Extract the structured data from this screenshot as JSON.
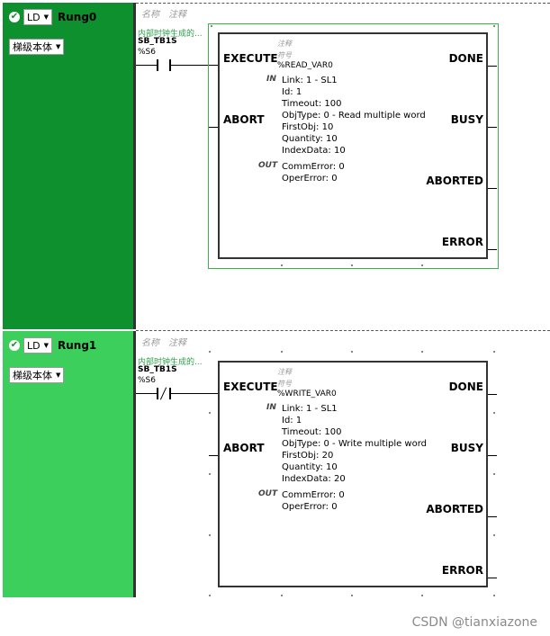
{
  "rungs": [
    {
      "language": "LD",
      "name": "Rung0",
      "body": "梯级本体",
      "color": "#0e902e",
      "header": {
        "name_col": "名称",
        "comment_col": "注释"
      },
      "contact": {
        "comment": "内部时钟生成的...",
        "variable": "SB_TB1S",
        "address": "%S6",
        "type": "normally-open"
      },
      "block": {
        "comment": "注释",
        "symbol": "符号",
        "instance": "%READ_VAR0",
        "inputs": [
          "EXECUTE",
          "ABORT"
        ],
        "outputs": [
          "DONE",
          "BUSY",
          "ABORTED",
          "ERROR"
        ],
        "in_label": "IN",
        "out_label": "OUT",
        "in_params": [
          "Link: 1 - SL1",
          "Id: 1",
          "Timeout: 100",
          "ObjType: 0 - Read multiple word",
          "FirstObj: 10",
          "Quantity: 10",
          "IndexData: 10"
        ],
        "out_params": [
          "CommError: 0",
          "OperError: 0"
        ]
      }
    },
    {
      "language": "LD",
      "name": "Rung1",
      "body": "梯级本体",
      "color": "#3dcf5c",
      "header": {
        "name_col": "名称",
        "comment_col": "注释"
      },
      "contact": {
        "comment": "内部时钟生成的...",
        "variable": "SB_TB1S",
        "address": "%S6",
        "type": "normally-closed"
      },
      "block": {
        "comment": "注释",
        "symbol": "符号",
        "instance": "%WRITE_VAR0",
        "inputs": [
          "EXECUTE",
          "ABORT"
        ],
        "outputs": [
          "DONE",
          "BUSY",
          "ABORTED",
          "ERROR"
        ],
        "in_label": "IN",
        "out_label": "OUT",
        "in_params": [
          "Link: 1 - SL1",
          "Id: 1",
          "Timeout: 100",
          "ObjType: 0 - Write multiple word",
          "FirstObj: 20",
          "Quantity: 10",
          "IndexData: 20"
        ],
        "out_params": [
          "CommError: 0",
          "OperError: 0"
        ]
      }
    }
  ],
  "watermark": "CSDN @tianxiazone"
}
